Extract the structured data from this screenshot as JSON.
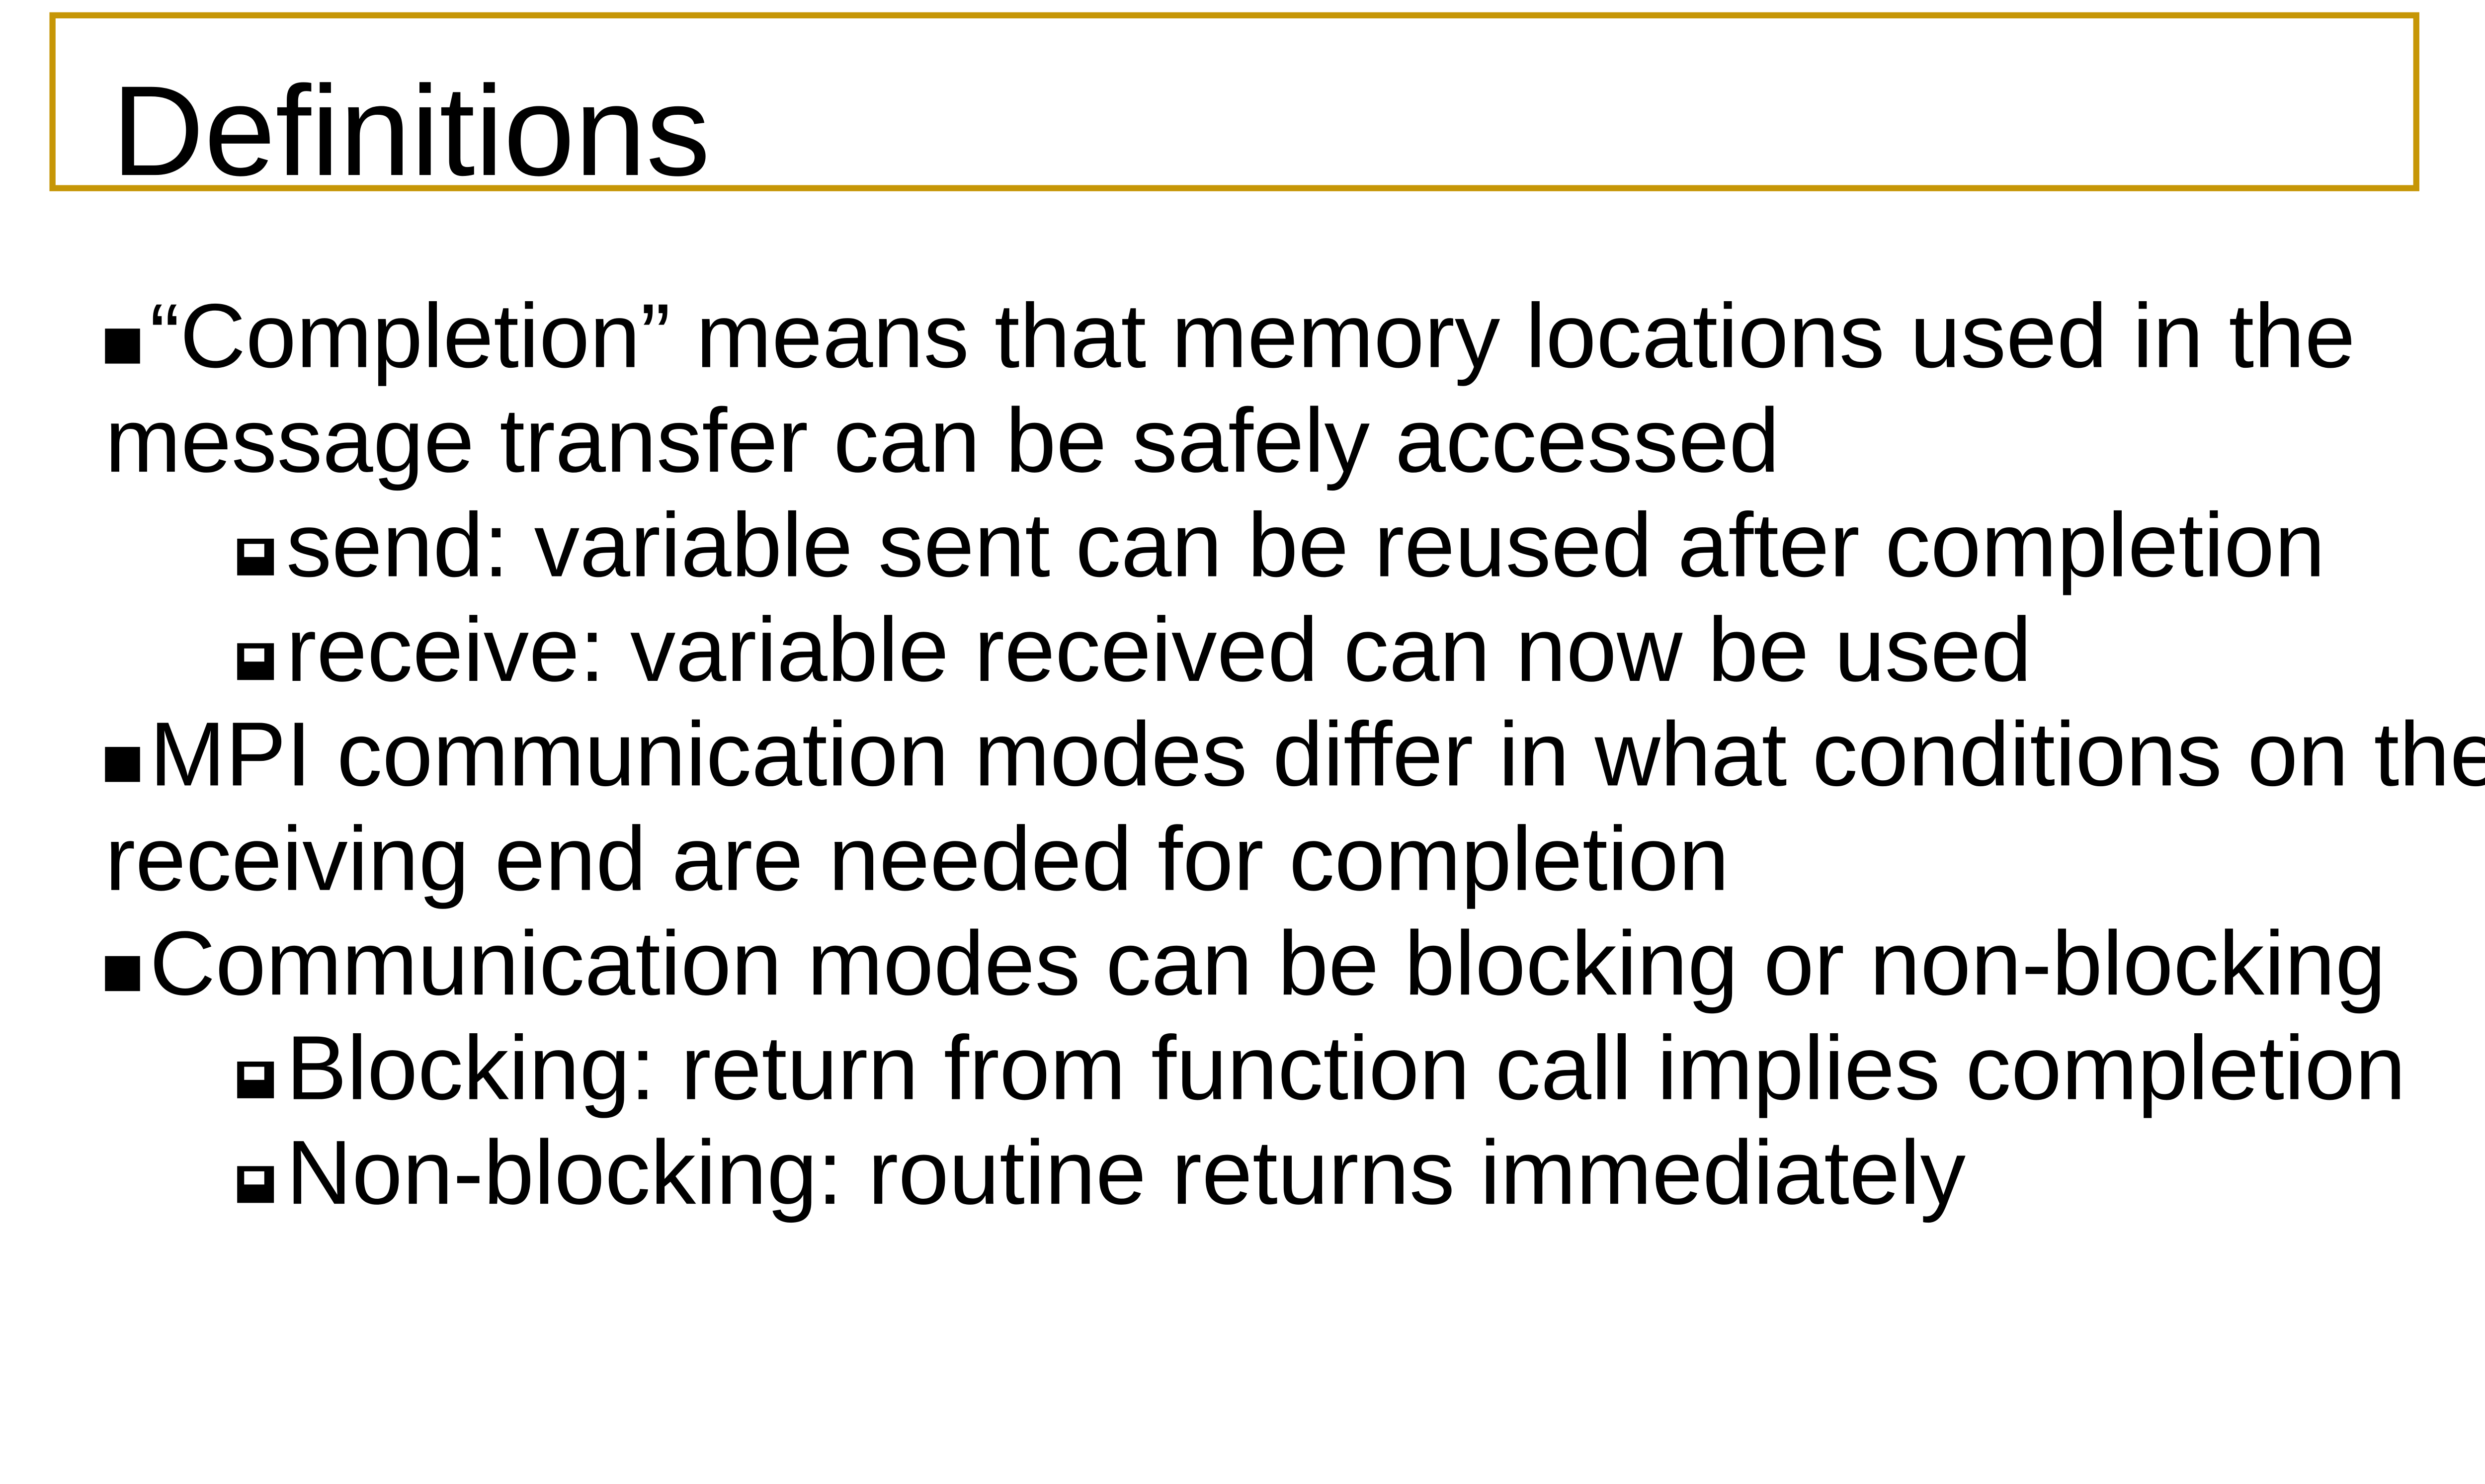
{
  "slide": {
    "title": "Definitions",
    "accent_color": "#C69606",
    "text_color": "#000000",
    "background_color": "#FFFFFF",
    "bullets": [
      {
        "level": 1,
        "marker": "filled-square",
        "lines": [
          "“Completion” means that memory locations used in the",
          "message transfer can be safely accessed"
        ]
      },
      {
        "level": 2,
        "marker": "shadowed-square",
        "lines": [
          "send: variable sent can be reused after completion"
        ]
      },
      {
        "level": 2,
        "marker": "shadowed-square",
        "lines": [
          "receive: variable received can now be used"
        ]
      },
      {
        "level": 1,
        "marker": "filled-square",
        "lines": [
          "MPI communication modes differ in what conditions on the",
          "receiving end are needed for completion"
        ]
      },
      {
        "level": 1,
        "marker": "filled-square",
        "lines": [
          "Communication modes can be blocking or non-blocking"
        ]
      },
      {
        "level": 2,
        "marker": "shadowed-square",
        "lines": [
          "Blocking: return from function call implies completion"
        ]
      },
      {
        "level": 2,
        "marker": "shadowed-square",
        "lines": [
          "Non-blocking: routine returns immediately"
        ]
      }
    ]
  }
}
